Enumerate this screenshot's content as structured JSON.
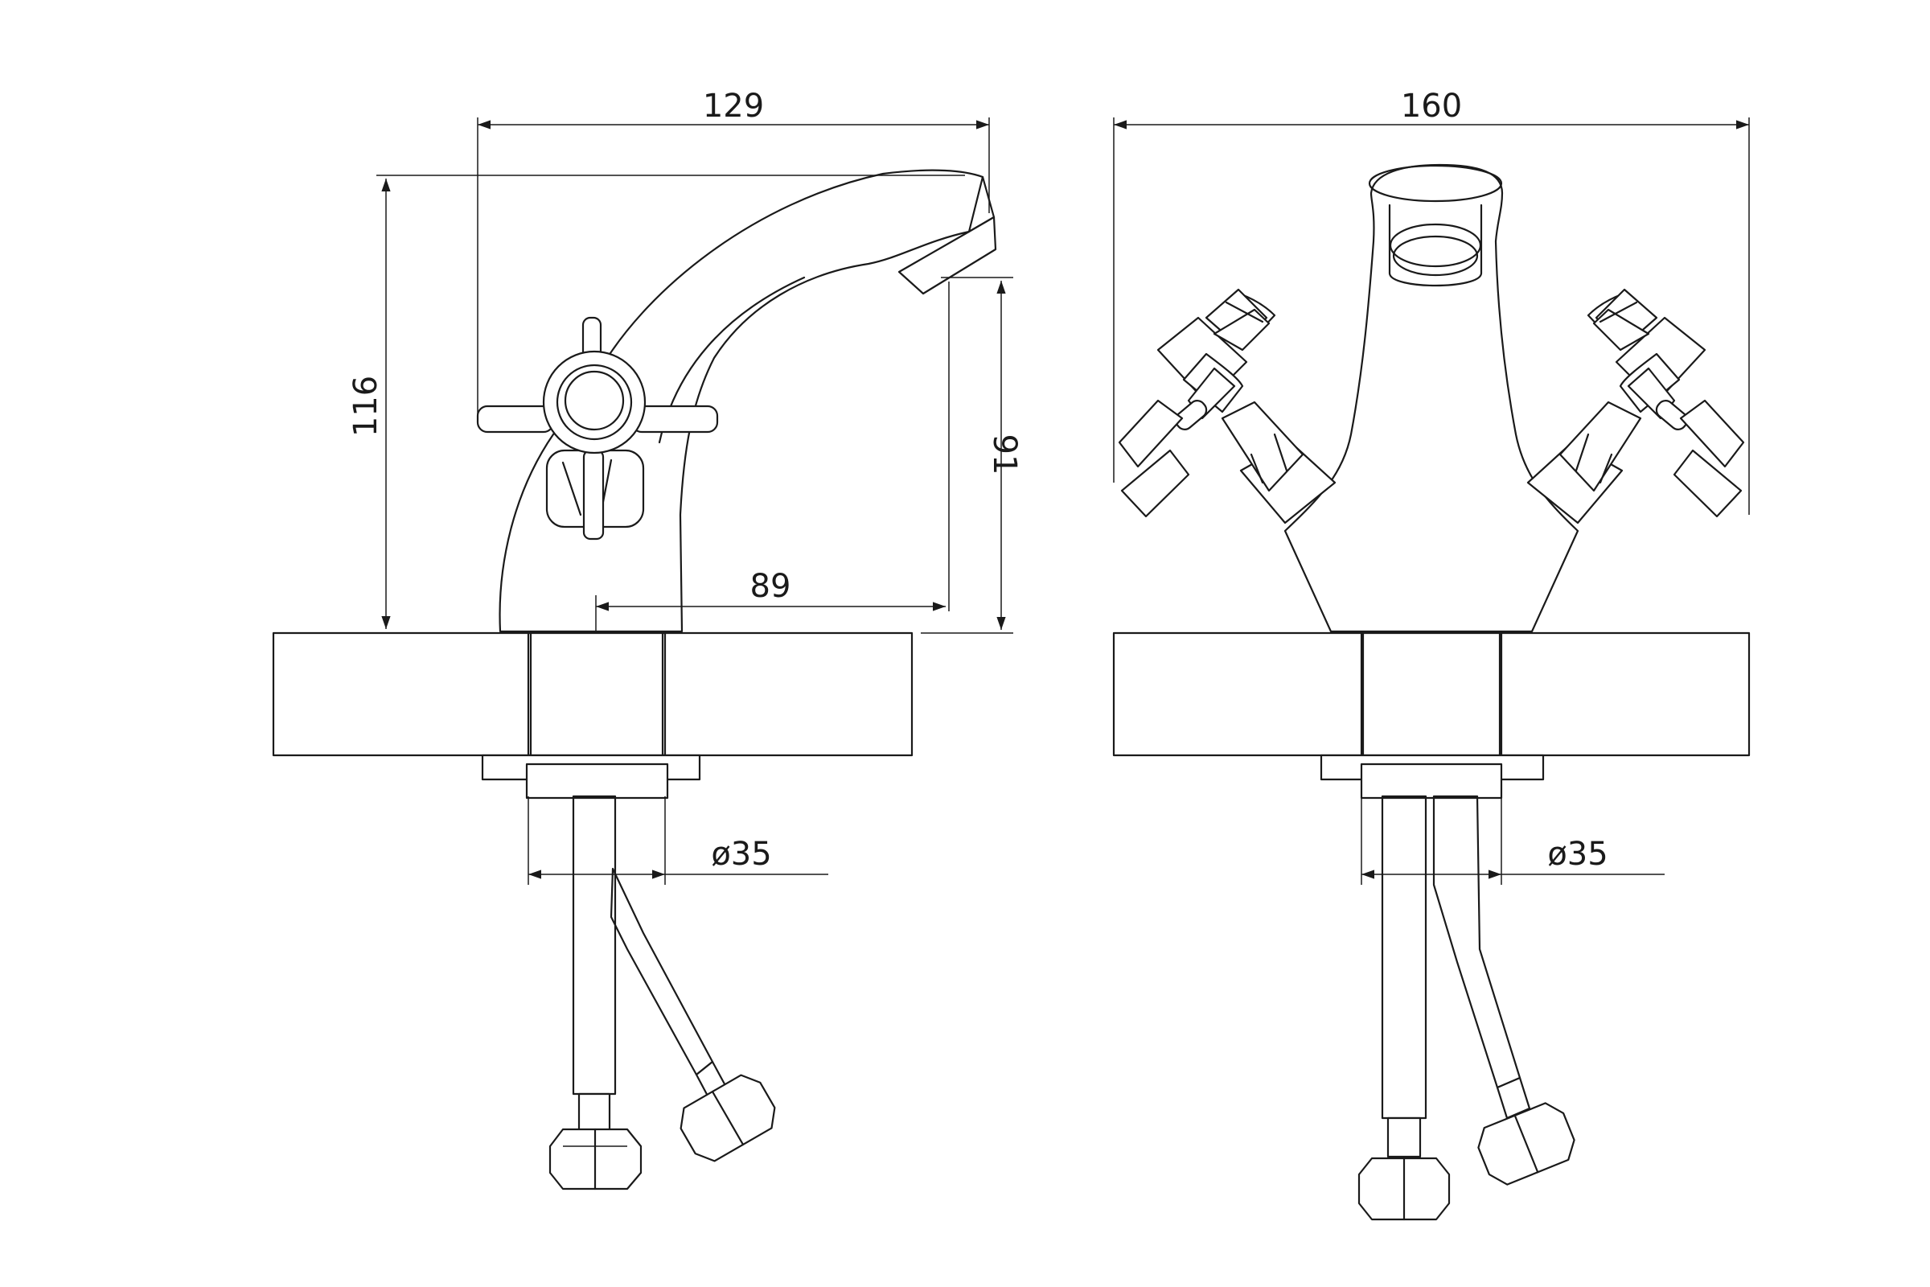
{
  "views": {
    "side": {
      "dimensions": {
        "overall_length": "129",
        "overall_height": "116",
        "spout_height": "91",
        "spout_reach": "89",
        "mount_diameter": "ø35"
      }
    },
    "front": {
      "dimensions": {
        "overall_width": "160",
        "mount_diameter": "ø35"
      }
    }
  },
  "colors": {
    "line": "#1a1a1a",
    "background": "#ffffff"
  }
}
